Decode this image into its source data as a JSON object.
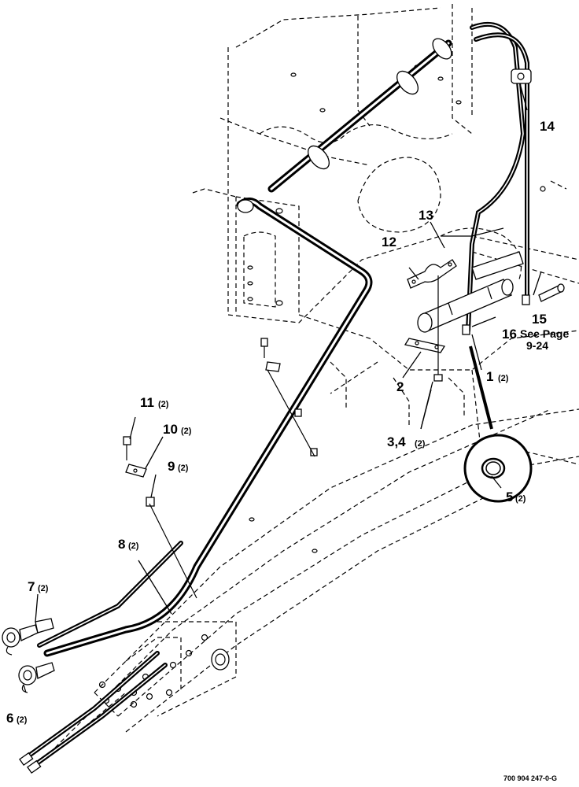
{
  "callouts": [
    {
      "num": "1",
      "qty": "(2)"
    },
    {
      "num": "2",
      "qty": ""
    },
    {
      "num": "3,4",
      "qty": "(2)"
    },
    {
      "num": "5",
      "qty": "(2)"
    },
    {
      "num": "6",
      "qty": "(2)"
    },
    {
      "num": "7",
      "qty": "(2)"
    },
    {
      "num": "8",
      "qty": "(2)"
    },
    {
      "num": "9",
      "qty": "(2)"
    },
    {
      "num": "10",
      "qty": "(2)"
    },
    {
      "num": "11",
      "qty": "(2)"
    },
    {
      "num": "12",
      "qty": ""
    },
    {
      "num": "13",
      "qty": ""
    },
    {
      "num": "14",
      "qty": ""
    },
    {
      "num": "15",
      "qty": ""
    },
    {
      "num": "16",
      "qty": ""
    }
  ],
  "notes": {
    "see_page_line1": "See Page",
    "see_page_line2": "9-24"
  },
  "drawing_code": "700 904 247-0-G"
}
